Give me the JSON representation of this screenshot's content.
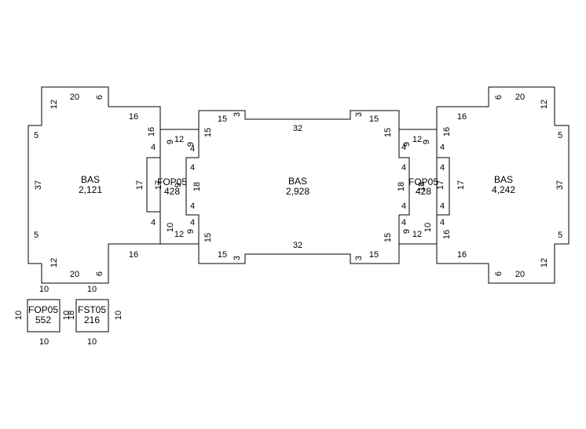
{
  "colors": {
    "line": "#000000",
    "background": "#ffffff"
  },
  "areas": [
    {
      "id": "bas-left",
      "code": "BAS",
      "value": "2,121"
    },
    {
      "id": "fop-left",
      "code": "FOP05",
      "value": "428"
    },
    {
      "id": "bas-center",
      "code": "BAS",
      "value": "2,928"
    },
    {
      "id": "fop-right",
      "code": "FOP05",
      "value": "428"
    },
    {
      "id": "bas-right",
      "code": "BAS",
      "value": "4,242"
    },
    {
      "id": "fop-small",
      "code": "FOP05",
      "value": "552"
    },
    {
      "id": "fst-small",
      "code": "FST05",
      "value": "216"
    }
  ],
  "dimensions": [
    "20",
    "6",
    "12",
    "16",
    "5",
    "37",
    "5",
    "12",
    "20",
    "6",
    "16",
    "17",
    "16",
    "12",
    "9",
    "9",
    "4",
    "4",
    "17",
    "18",
    "4",
    "4",
    "10",
    "12",
    "9",
    "9",
    "4",
    "4",
    "15",
    "3",
    "32",
    "3",
    "15",
    "15",
    "15",
    "18",
    "4",
    "4",
    "15",
    "3",
    "32",
    "3",
    "15",
    "15",
    "15",
    "9",
    "12",
    "9",
    "4",
    "4",
    "18",
    "17",
    "4",
    "4",
    "9",
    "12",
    "10",
    "4",
    "4",
    "6",
    "20",
    "12",
    "16",
    "5",
    "37",
    "5",
    "12",
    "6",
    "20",
    "16",
    "16",
    "17",
    "16",
    "10",
    "10",
    "10",
    "10",
    "18",
    "10",
    "10",
    "10"
  ]
}
